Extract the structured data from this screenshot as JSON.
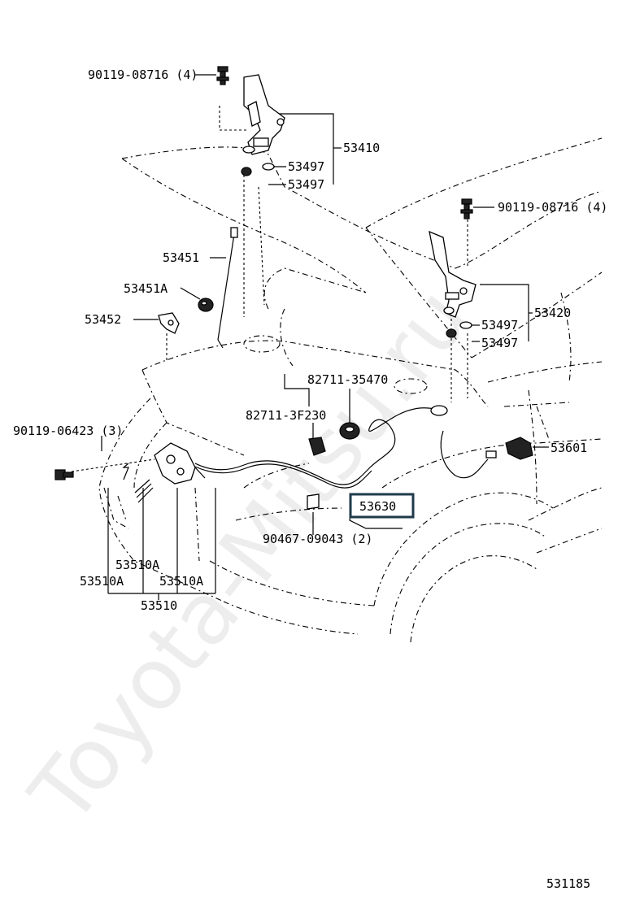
{
  "watermark": "Toyota-Mitsu.ru",
  "figure_number": "531185",
  "labels": {
    "bolt_hood_hinge_left": "90119-08716 (4)",
    "bolt_hood_hinge_right": "90119-08716 (4)",
    "hinge_left": "53410",
    "hinge_right": "53420",
    "cushion_1": "53497",
    "cushion_2": "53497",
    "cushion_3": "53497",
    "cushion_4": "53497",
    "support_rod": "53451",
    "support_rod_grommet": "53451A",
    "rod_holder": "53452",
    "cable_clamp_1": "82711-35470",
    "cable_clamp_2": "82711-3F230",
    "bolt_lock": "90119-06423 (3)",
    "release_cable": "53630",
    "clip": "90467-09043 (2)",
    "release_lever": "53601",
    "lock_sub_1": "53510A",
    "lock_sub_2": "53510A",
    "lock_sub_3": "53510A",
    "lock_assy": "53510"
  },
  "highlight": {
    "part": "53630",
    "color": "#1f3a4a"
  }
}
